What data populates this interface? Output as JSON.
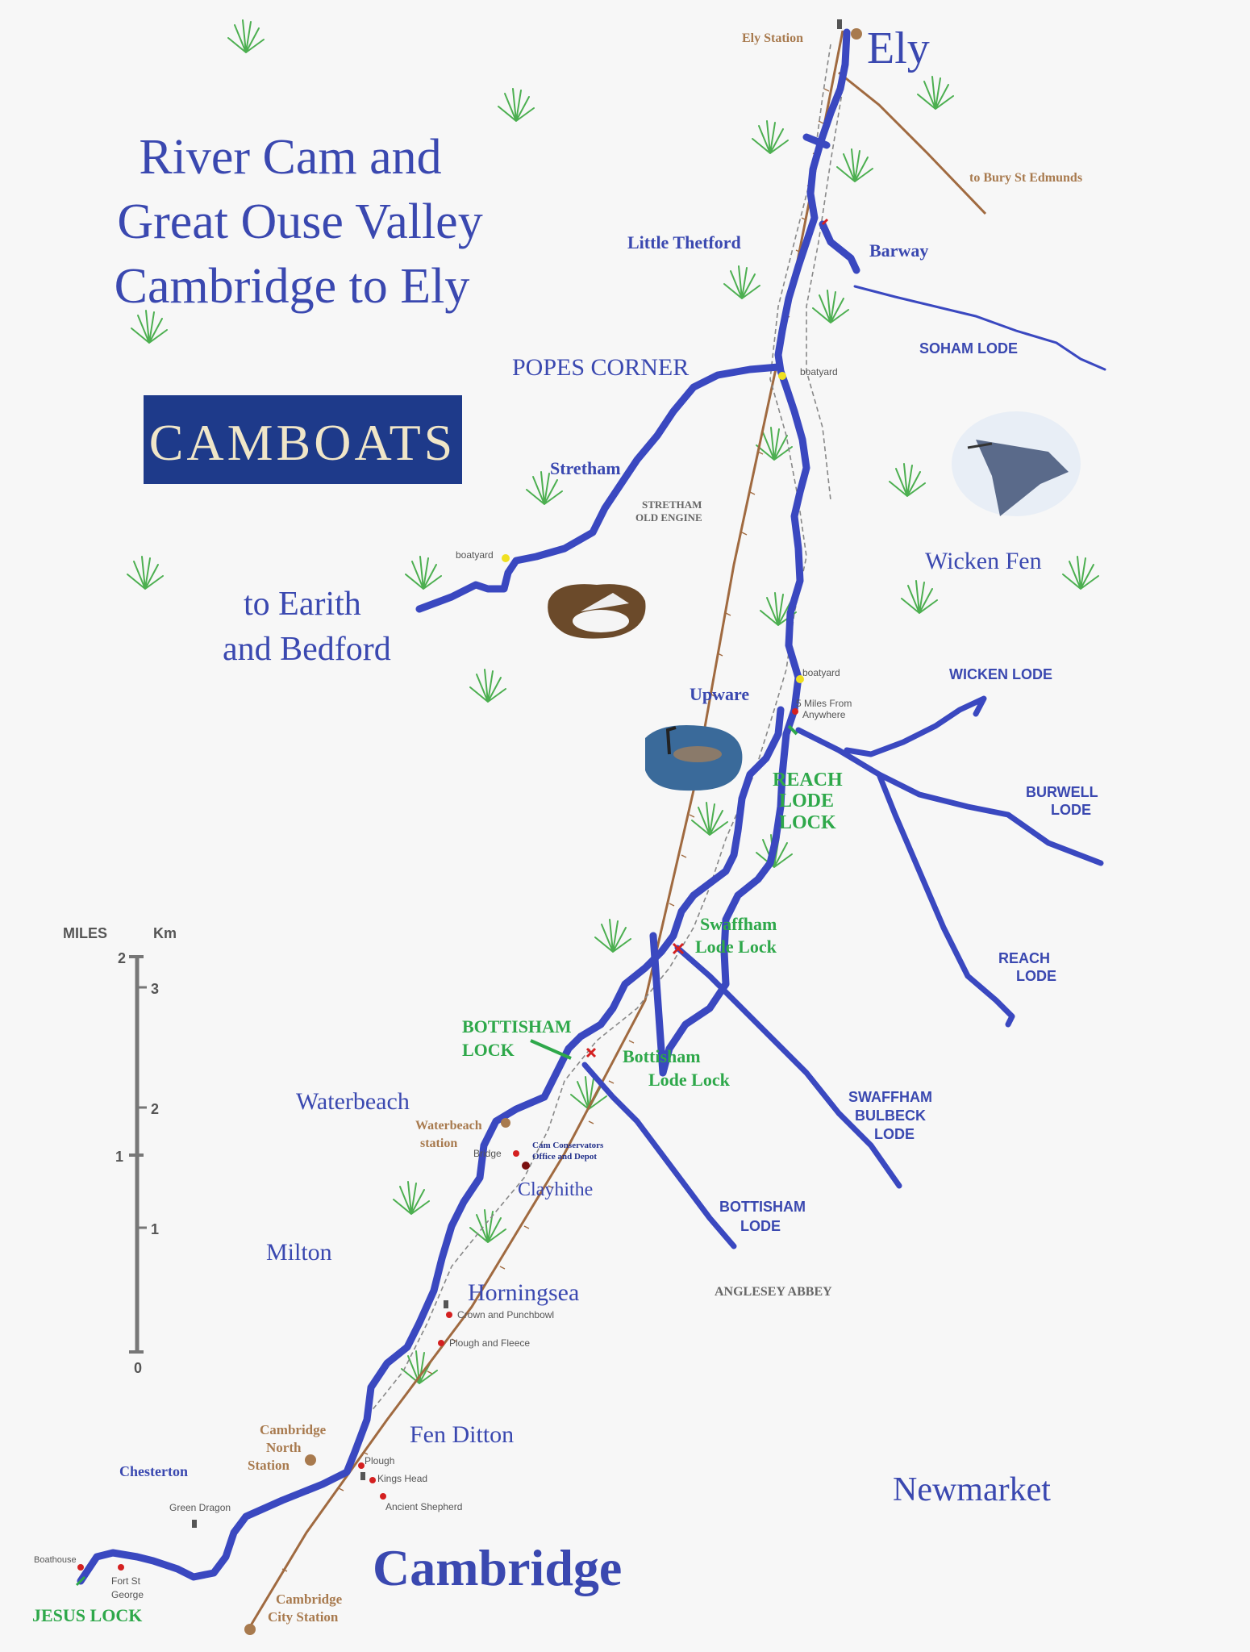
{
  "title": {
    "line1": "River Cam and",
    "line2": "Great Ouse Valley",
    "line3": "Cambridge to Ely"
  },
  "logo": {
    "text": "CAMBOATS",
    "bg_color": "#1e3a8a"
  },
  "colors": {
    "river": "#3a48c0",
    "text_blue": "#3a48b0",
    "lock_green": "#2ea84a",
    "rail_brown": "#a06a40",
    "pub_red": "#d42020",
    "boatyard_yellow": "#f0e020"
  },
  "places": {
    "ely": "Ely",
    "ely_station": "Ely Station",
    "bury": "to Bury St Edmunds",
    "little_thetford": "Little Thetford",
    "barway": "Barway",
    "soham_lode": "SOHAM LODE",
    "popes_corner": "POPES CORNER",
    "boatyard_popes": "boatyard",
    "stretham": "Stretham",
    "stretham_engine_1": "STRETHAM",
    "stretham_engine_2": "OLD ENGINE",
    "boatyard_earith": "boatyard",
    "earith_1": "to Earith",
    "earith_2": "and Bedford",
    "wicken_fen": "Wicken Fen",
    "wicken_lode": "WICKEN LODE",
    "boatyard_upware": "boatyard",
    "upware": "Upware",
    "five_miles_1": "5  Miles  From",
    "five_miles_2": "Anywhere",
    "reach_lock_1": "REACH",
    "reach_lock_2": "LODE",
    "reach_lock_3": "LOCK",
    "burwell_1": "BURWELL",
    "burwell_2": "LODE",
    "reach_lode_1": "REACH",
    "reach_lode_2": "LODE",
    "swaffham_lock_1": "Swaffham",
    "swaffham_lock_2": "Lode Lock",
    "bottisham_lock_1": "BOTTISHAM",
    "bottisham_lock_2": "LOCK",
    "bottisham_lode_lock_1": "Bottisham",
    "bottisham_lode_lock_2": "Lode Lock",
    "swaffham_bulbeck_1": "SWAFFHAM",
    "swaffham_bulbeck_2": "BULBECK",
    "swaffham_bulbeck_3": "LODE",
    "waterbeach": "Waterbeach",
    "waterbeach_station_1": "Waterbeach",
    "waterbeach_station_2": "station",
    "bridge": "Bridge",
    "conservators_1": "Cam Conservators",
    "conservators_2": "Office and Depot",
    "clayhithe": "Clayhithe",
    "bottisham_lode_1": "BOTTISHAM",
    "bottisham_lode_2": "LODE",
    "milton": "Milton",
    "horningsea": "Horningsea",
    "anglesey": "ANGLESEY ABBEY",
    "crown": "Crown  and  Punchbowl",
    "plough_fleece": "Plough  and  Fleece",
    "cam_north_1": "Cambridge",
    "cam_north_2": "North",
    "cam_north_3": "Station",
    "fen_ditton": "Fen Ditton",
    "plough": "Plough",
    "kings_head": "Kings  Head",
    "ancient_shepherd": "Ancient  Shepherd",
    "chesterton": "Chesterton",
    "green_dragon": "Green Dragon",
    "newmarket": "Newmarket",
    "boathouse": "Boathouse",
    "fort_1": "Fort St",
    "fort_2": "George",
    "jesus_lock": "JESUS LOCK",
    "cambridge": "Cambridge",
    "cam_city_1": "Cambridge",
    "cam_city_2": "City Station"
  },
  "scale": {
    "miles_label": "MILES",
    "km_label": "Km",
    "miles_ticks": [
      "2",
      "1",
      "0"
    ],
    "km_ticks": [
      "3",
      "2",
      "1"
    ]
  }
}
